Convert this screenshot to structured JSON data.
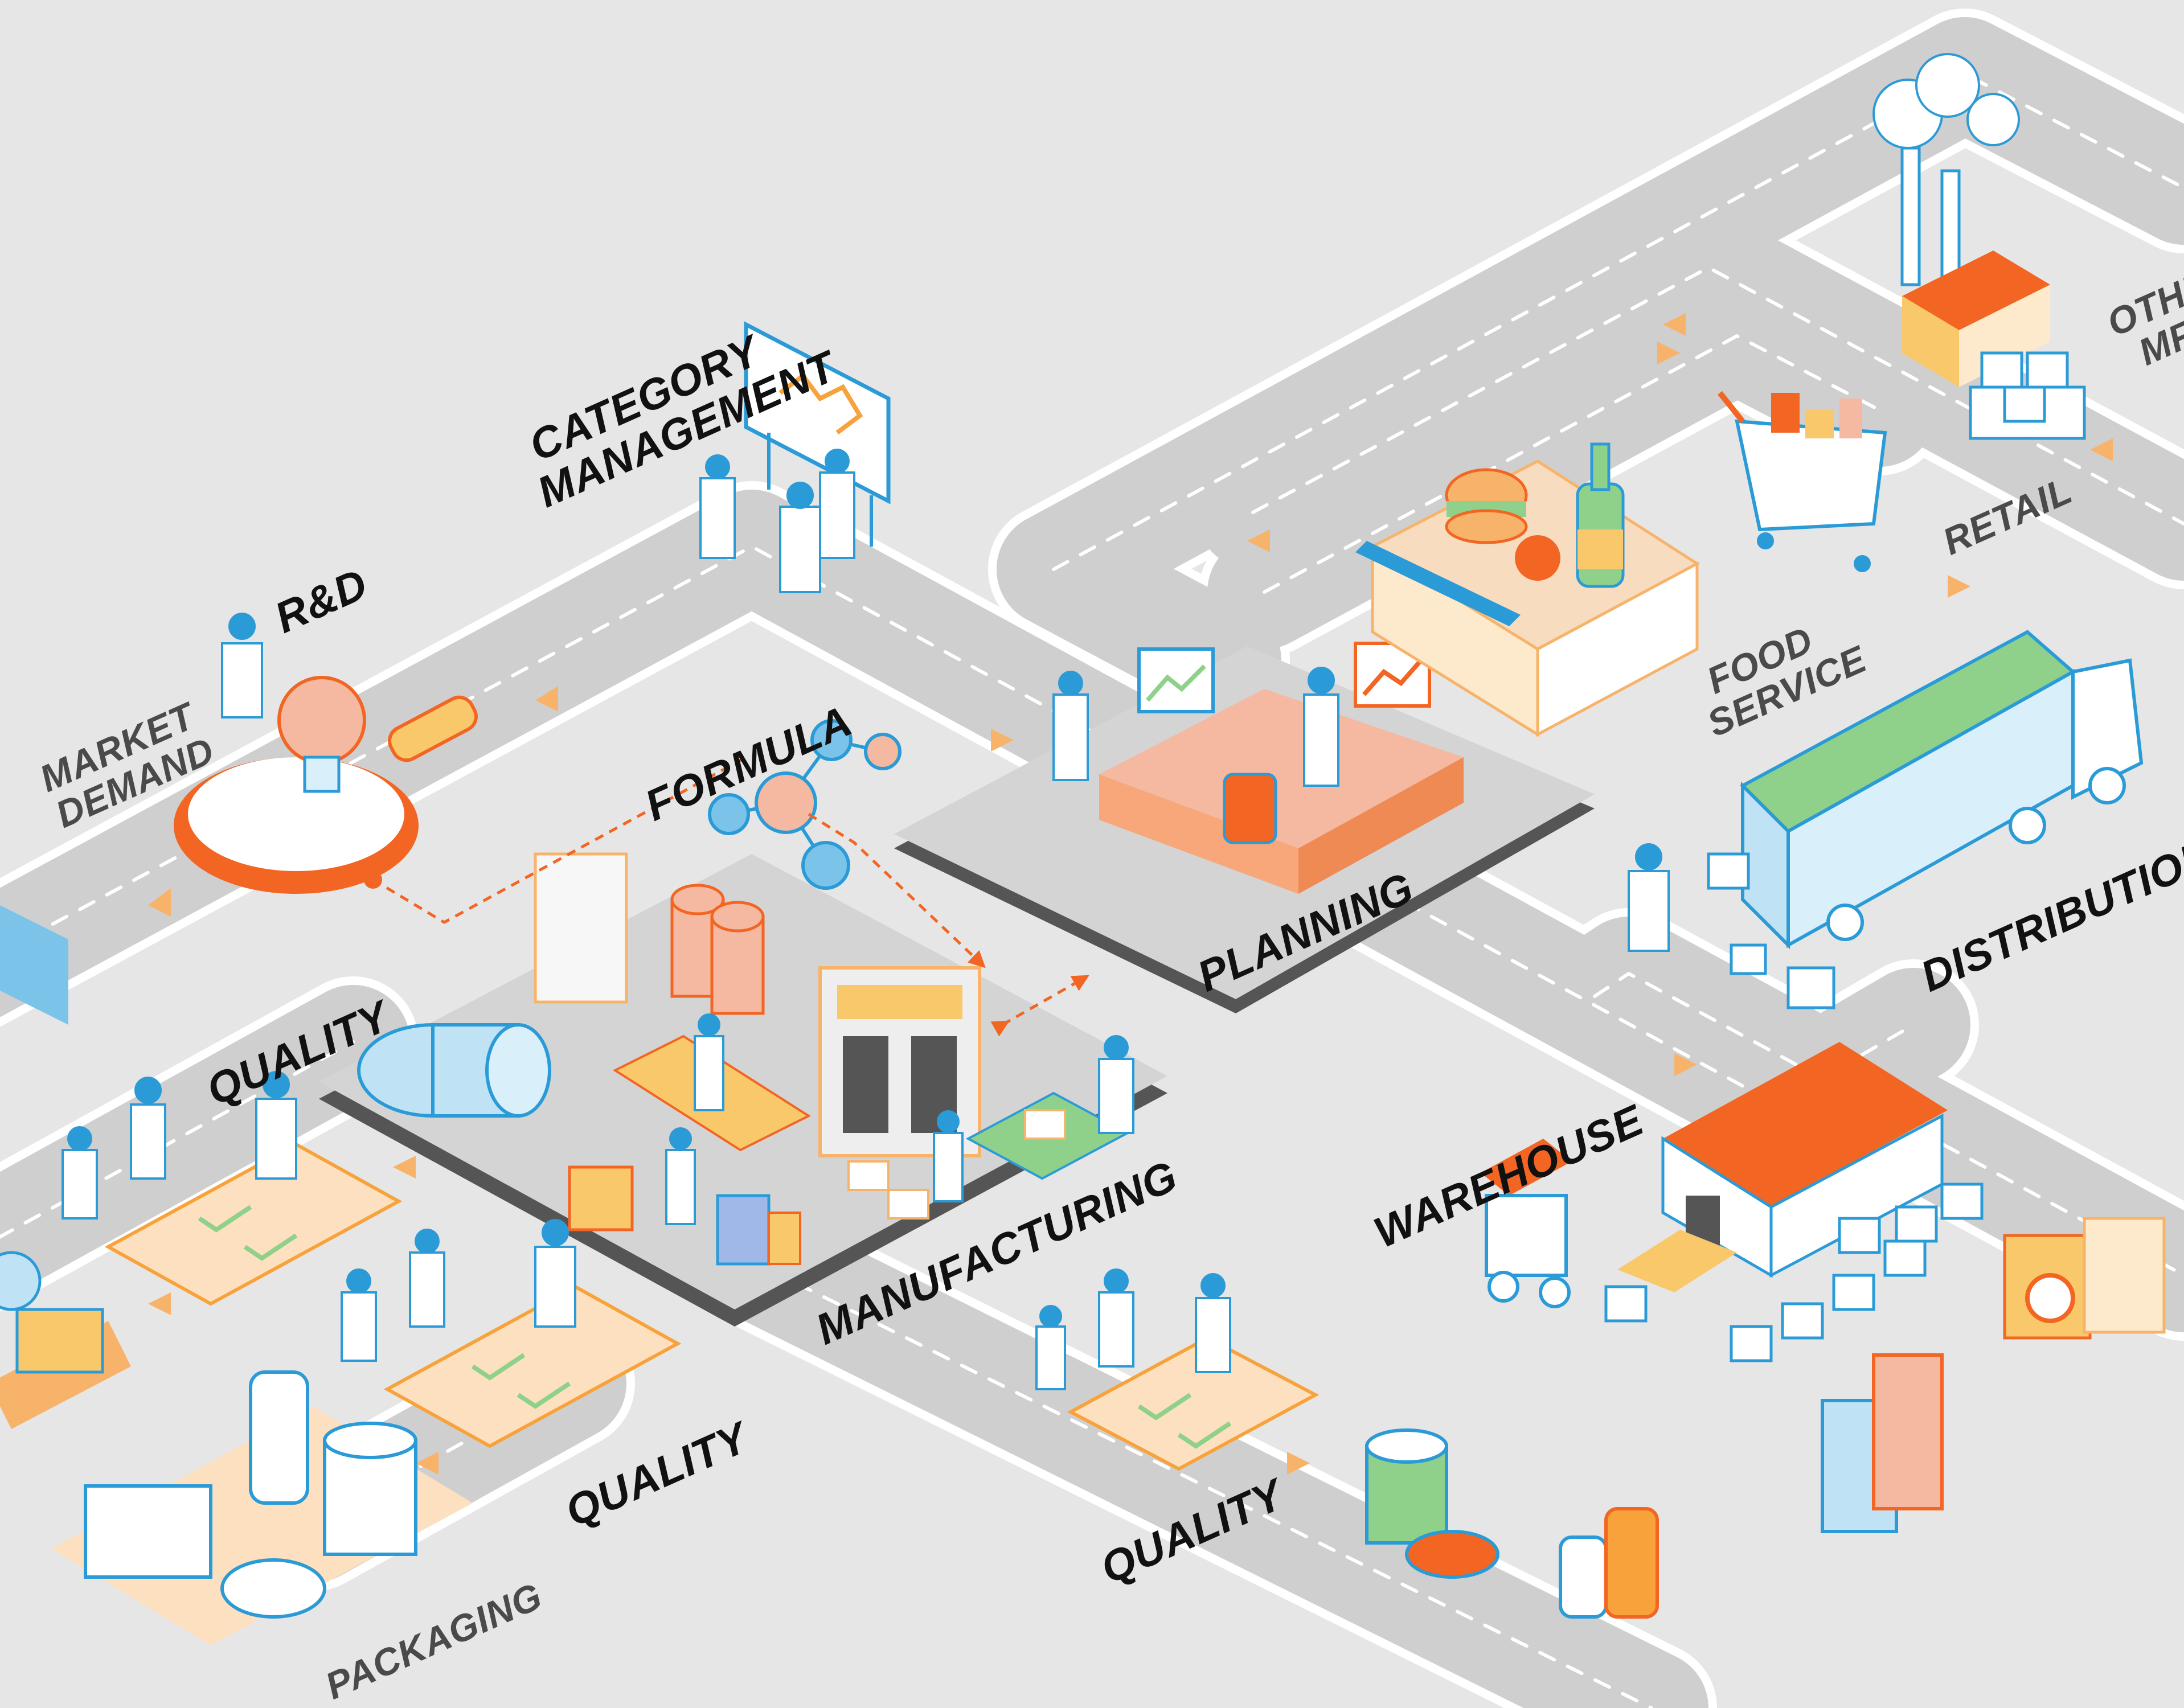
{
  "labels": {
    "market_demand": [
      "MARKET",
      "DEMAND"
    ],
    "rnd": "R&D",
    "category_management": [
      "CATEGORY",
      "MANAGEMENT"
    ],
    "formula": "FORMULA",
    "planning": "PLANNING",
    "food_service": [
      "FOOD",
      "SERVICE"
    ],
    "retail": "RETAIL",
    "other_mfg": [
      "OTHER",
      "MFG."
    ],
    "distribution": "DISTRIBUTION",
    "warehouse": "WAREHOUSE",
    "manufacturing": "MANUFACTURING",
    "quality_top": "QUALITY",
    "quality_mid": "QUALITY",
    "quality_right": "QUALITY",
    "packaging": "PACKAGING"
  },
  "colors": {
    "background": "#e6e6e6",
    "road": "#cfcfcf",
    "road_edge": "#ffffff",
    "platform": "#d4d4d4",
    "platform_dark": "#555555",
    "orange": "#f26522",
    "orange_light": "#f7b36a",
    "yellow": "#f9c86b",
    "blue": "#2b9bd7",
    "blue_light": "#bfe3f5",
    "green": "#8fd18a",
    "peach": "#f4b9a0"
  },
  "icons": [
    "lightbulb-icon",
    "magnifier-icon",
    "molecule-icon",
    "whiteboard-icon",
    "computer-icon",
    "burger-icon",
    "bottle-icon",
    "shopping-cart-icon",
    "factory-icon",
    "truck-icon",
    "warehouse-icon",
    "forklift-icon",
    "tank-icon",
    "clipboard-icon",
    "can-icon",
    "milk-carton-icon",
    "box-icon"
  ]
}
